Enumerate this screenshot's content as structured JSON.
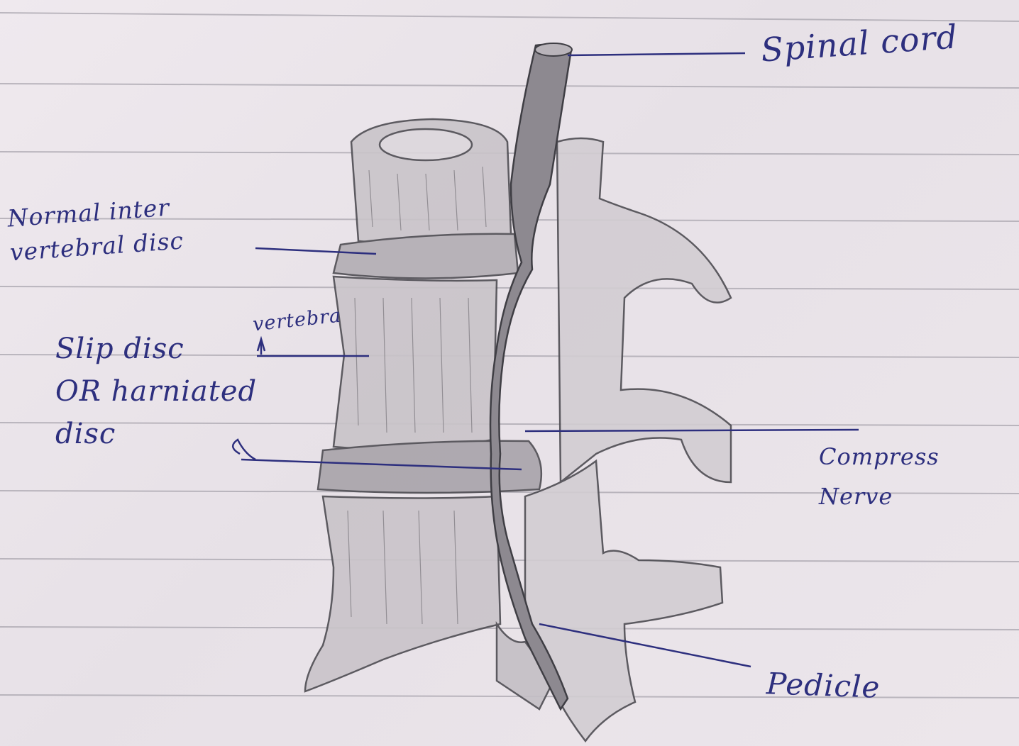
{
  "labels": {
    "spinal_cord": "Spinal cord",
    "normal_disc": "Normal inter\nvertebral disc",
    "vertebra": "vertebra",
    "slip_disc": "Slip disc\nOR harniated\ndisc",
    "compress_nerve": "Compress\nNerve",
    "pedicle": "Pedicle"
  },
  "colors": {
    "paper": "#ebe5ea",
    "ruled_line": "#9e9aa4",
    "pencil": "#4a4a4e",
    "pencil_shade": "#8a878c",
    "ink": "#2d2f7e"
  }
}
